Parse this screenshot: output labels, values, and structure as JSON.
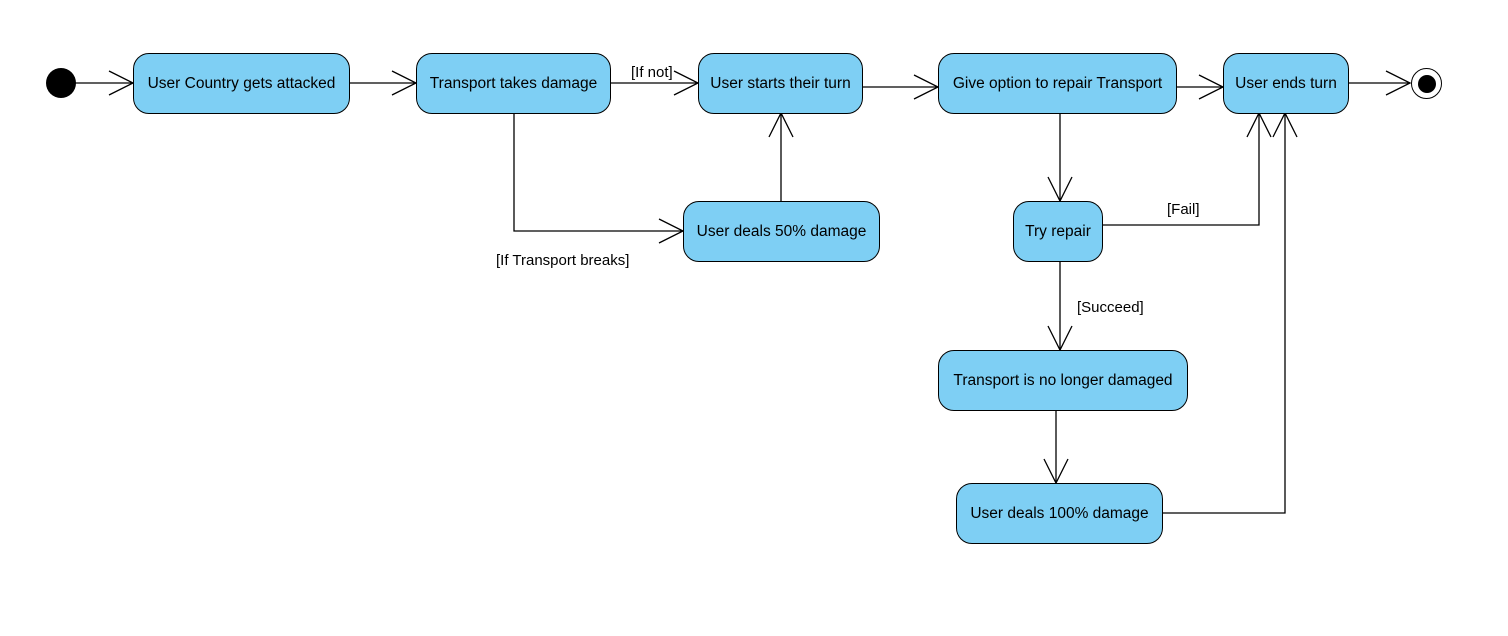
{
  "colors": {
    "node_fill": "#7ecff4",
    "stroke": "#000000",
    "background": "#ffffff"
  },
  "diagram": {
    "type": "activity-diagram",
    "start": "initial-node",
    "end": "final-node",
    "nodes": {
      "user_country_attacked": "User Country gets attacked",
      "transport_takes_damage": "Transport takes damage",
      "user_starts_turn": "User starts their turn",
      "repair_option": "Give option to repair Transport",
      "user_ends_turn": "User ends turn",
      "deals_50": "User deals 50% damage",
      "try_repair": "Try repair",
      "no_longer_damaged": "Transport is no longer damaged",
      "deals_100": "User deals 100% damage"
    },
    "guards": {
      "if_not": "[If not]",
      "if_breaks": "[If Transport breaks]",
      "fail": "[Fail]",
      "succeed": "[Succeed]"
    },
    "edges": [
      {
        "from": "start",
        "to": "user_country_attacked"
      },
      {
        "from": "user_country_attacked",
        "to": "transport_takes_damage"
      },
      {
        "from": "transport_takes_damage",
        "to": "user_starts_turn",
        "guard": "if_not"
      },
      {
        "from": "transport_takes_damage",
        "to": "deals_50",
        "guard": "if_breaks"
      },
      {
        "from": "deals_50",
        "to": "user_starts_turn"
      },
      {
        "from": "user_starts_turn",
        "to": "repair_option"
      },
      {
        "from": "repair_option",
        "to": "user_ends_turn"
      },
      {
        "from": "repair_option",
        "to": "try_repair"
      },
      {
        "from": "try_repair",
        "to": "user_ends_turn",
        "guard": "fail"
      },
      {
        "from": "try_repair",
        "to": "no_longer_damaged",
        "guard": "succeed"
      },
      {
        "from": "no_longer_damaged",
        "to": "deals_100"
      },
      {
        "from": "deals_100",
        "to": "user_ends_turn"
      },
      {
        "from": "user_ends_turn",
        "to": "end"
      }
    ]
  }
}
